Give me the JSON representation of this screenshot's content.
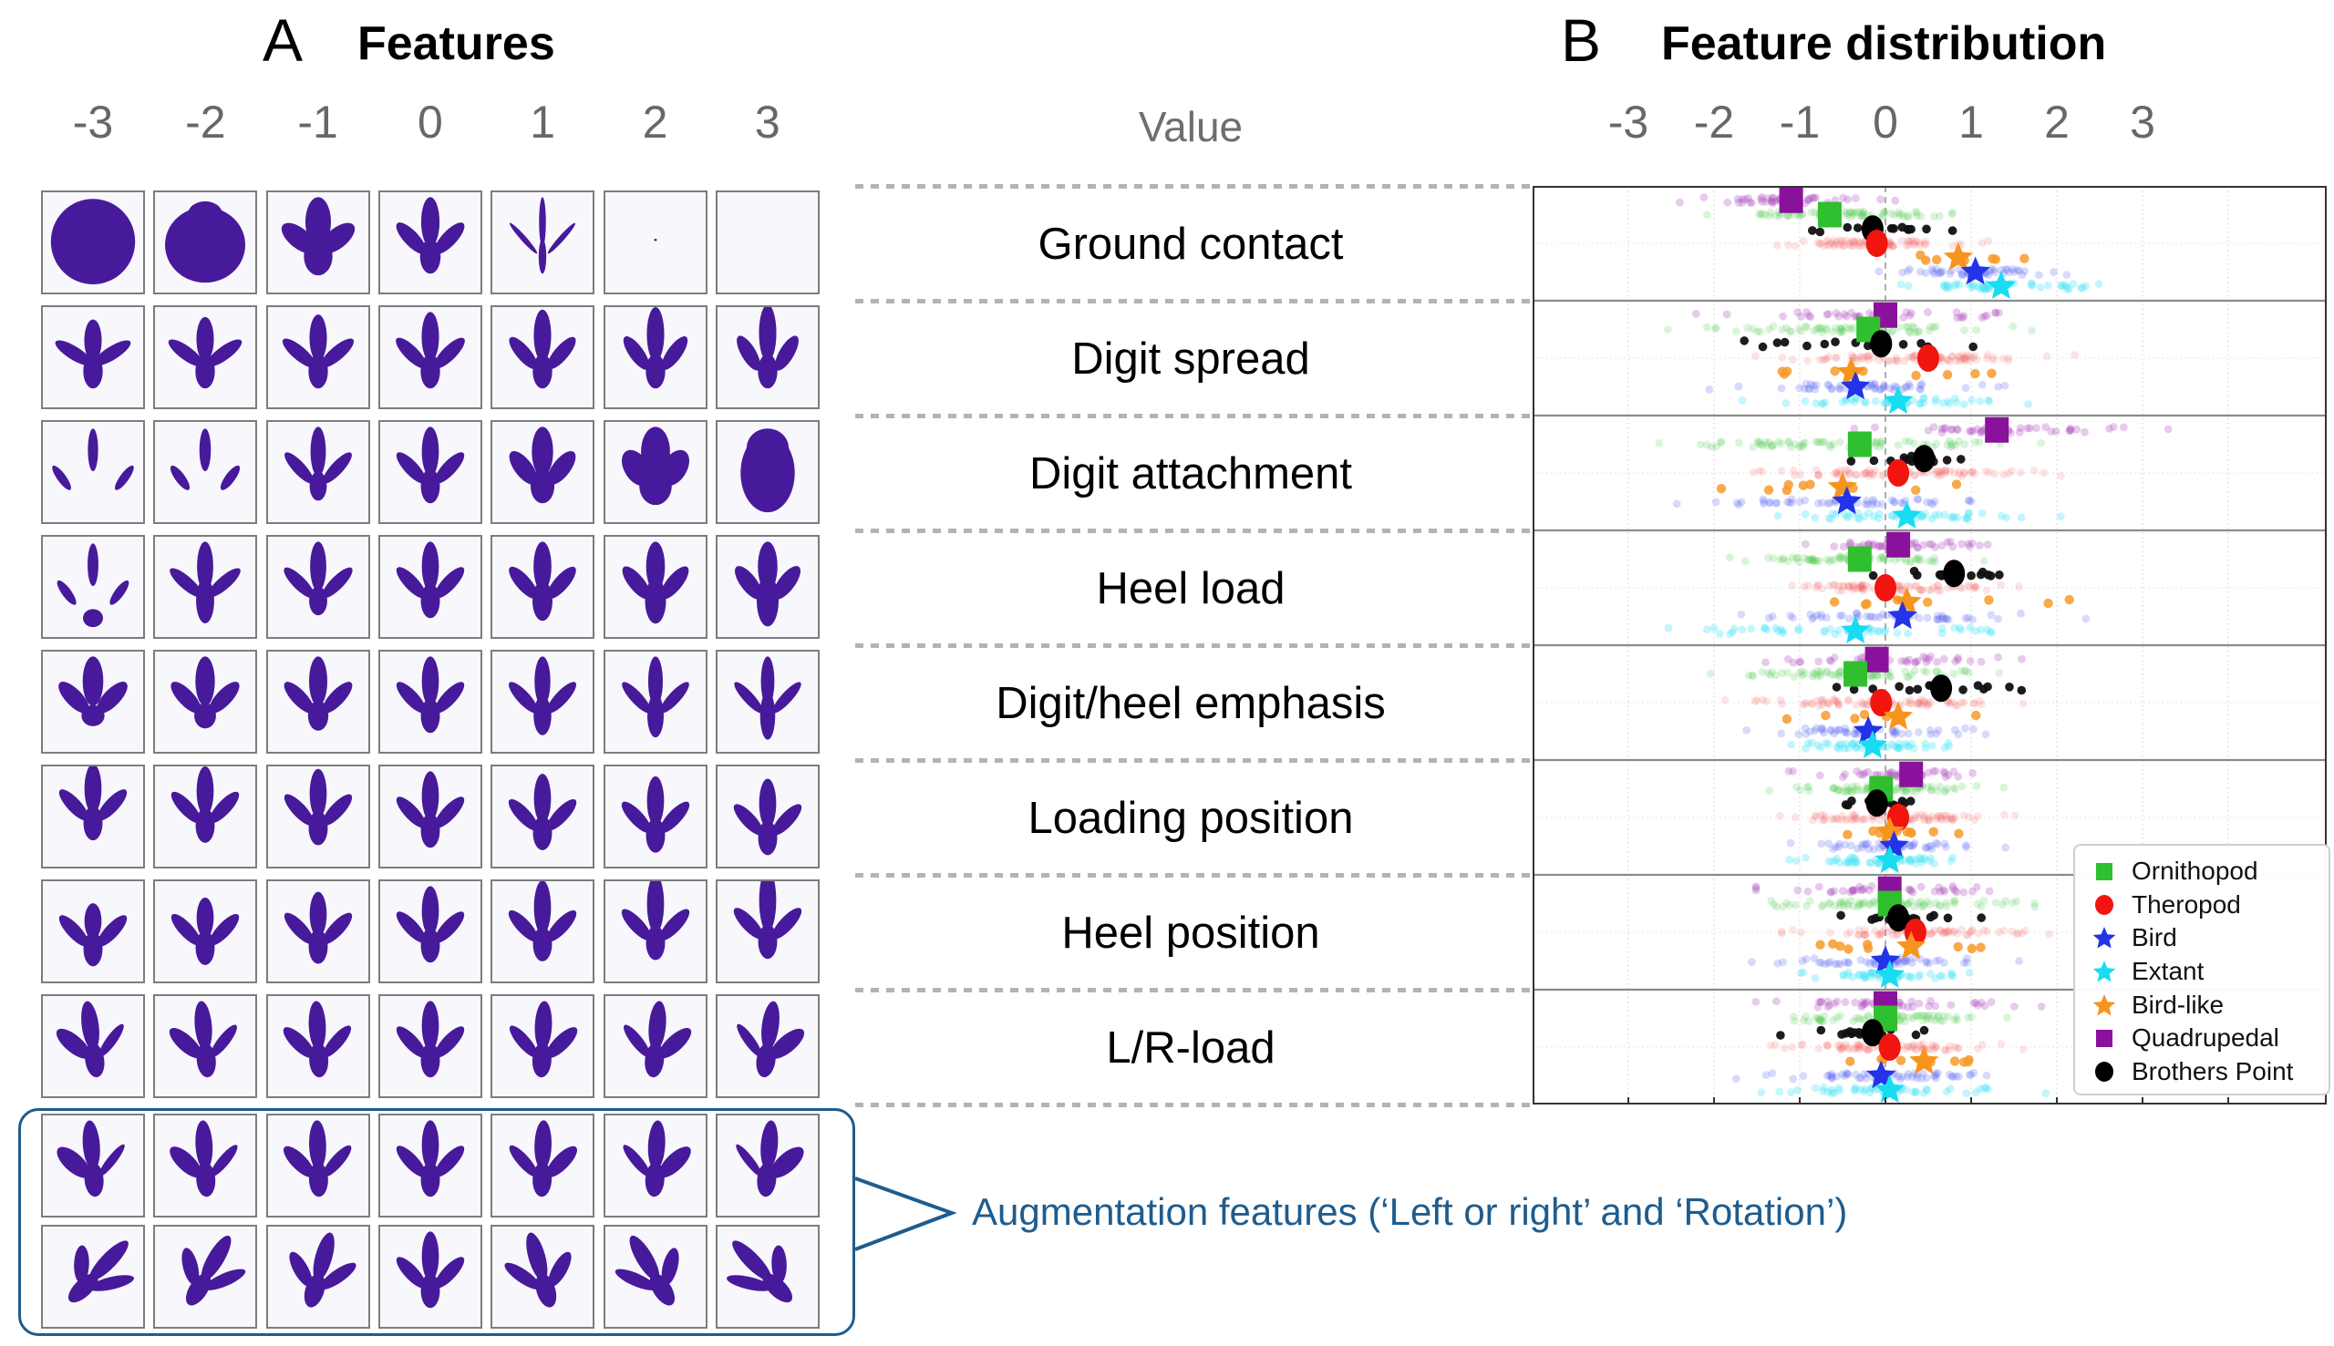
{
  "panel_a": {
    "label": "A",
    "title": "Features",
    "tick_labels": [
      "-3",
      "-2",
      "-1",
      "0",
      "1",
      "2",
      "3"
    ],
    "value_header": "Value",
    "features": [
      "Ground contact",
      "Digit spread",
      "Digit attachment",
      "Heel load",
      "Digit/heel emphasis",
      "Loading position",
      "Heel position",
      "L/R-load"
    ],
    "glyph_rows": [
      "ground-contact",
      "digit-spread",
      "digit-attachment",
      "heel-load",
      "digit-heel-emphasis",
      "loading-position",
      "heel-position",
      "lr-load",
      "left-right",
      "rotation"
    ],
    "augmentation_text": "Augmentation features (‘Left or right’ and ‘Rotation’)"
  },
  "panel_b": {
    "label": "B",
    "title": "Feature distribution",
    "tick_labels": [
      "-3",
      "-2",
      "-1",
      "0",
      "1",
      "2",
      "3"
    ]
  },
  "colors": {
    "footprint": "#471A9B",
    "cell_bg": "#f8f7fb",
    "annotation_blue": "#1E5C8E",
    "axis_gray": "#676767"
  },
  "legend": {
    "items": [
      {
        "label": "Ornithopod",
        "marker": "square",
        "color": "#2FBF2F"
      },
      {
        "label": "Theropod",
        "marker": "circle",
        "color": "#F2140F"
      },
      {
        "label": "Bird",
        "marker": "star",
        "color": "#2233E8"
      },
      {
        "label": "Extant",
        "marker": "star",
        "color": "#18DCF2"
      },
      {
        "label": "Bird-like",
        "marker": "star",
        "color": "#F7941E"
      },
      {
        "label": "Quadrupedal",
        "marker": "square",
        "color": "#8A119C"
      },
      {
        "label": "Brothers Point",
        "marker": "circle",
        "color": "#000000"
      }
    ]
  },
  "chart_data": {
    "type": "strip",
    "title": "Feature distribution",
    "x_ticks": [
      -3,
      -2,
      -1,
      0,
      1,
      2,
      3
    ],
    "xlim": [
      -4.1,
      5.15
    ],
    "zero_line": 0,
    "grid_integers": [
      -3,
      -2,
      -1,
      1,
      2,
      3,
      4
    ],
    "categories": [
      "Ground contact",
      "Digit spread",
      "Digit attachment",
      "Heel load",
      "Digit/heel emphasis",
      "Loading position",
      "Heel position",
      "L/R-load"
    ],
    "group_order_top_to_bottom": [
      "Quadrupedal",
      "Ornithopod",
      "Brothers Point",
      "Theropod",
      "Bird-like",
      "Bird",
      "Extant"
    ],
    "groups": [
      {
        "name": "Quadrupedal",
        "marker": "square",
        "color": "#8A119C",
        "dot_color": "#AE4FBF",
        "dot_opacity": 0.3,
        "dot_r": 4.4,
        "n": 45
      },
      {
        "name": "Ornithopod",
        "marker": "square",
        "color": "#2FBF2F",
        "dot_color": "#58CB58",
        "dot_opacity": 0.22,
        "dot_r": 4.4,
        "n": 75
      },
      {
        "name": "Brothers Point",
        "marker": "circle",
        "color": "#000000",
        "dot_color": "#111111",
        "dot_opacity": 0.95,
        "dot_r": 4.8,
        "n": 14
      },
      {
        "name": "Theropod",
        "marker": "circle",
        "color": "#F2140F",
        "dot_color": "#F5605E",
        "dot_opacity": 0.17,
        "dot_r": 4.4,
        "n": 85
      },
      {
        "name": "Bird-like",
        "marker": "star",
        "color": "#F7941E",
        "dot_color": "#F79A2A",
        "dot_opacity": 0.85,
        "dot_r": 5.2,
        "n": 9
      },
      {
        "name": "Bird",
        "marker": "star",
        "color": "#2233E8",
        "dot_color": "#5E6CF2",
        "dot_opacity": 0.25,
        "dot_r": 4.4,
        "n": 55
      },
      {
        "name": "Extant",
        "marker": "star",
        "color": "#18DCF2",
        "dot_color": "#49E4F5",
        "dot_opacity": 0.33,
        "dot_r": 4.4,
        "n": 50
      }
    ],
    "rows": [
      {
        "feature": "Ground contact",
        "means": [
          -1.1,
          -0.65,
          -0.15,
          -0.1,
          0.85,
          1.05,
          1.35
        ],
        "stds": [
          0.5,
          0.55,
          0.45,
          0.5,
          0.45,
          0.5,
          0.55
        ]
      },
      {
        "feature": "Digit spread",
        "means": [
          0.0,
          -0.2,
          -0.05,
          0.5,
          -0.4,
          -0.35,
          0.15
        ],
        "stds": [
          0.85,
          0.9,
          0.75,
          0.85,
          0.8,
          0.85,
          0.7
        ]
      },
      {
        "feature": "Digit attachment",
        "means": [
          1.3,
          -0.3,
          0.45,
          0.15,
          -0.5,
          -0.45,
          0.25
        ],
        "stds": [
          0.8,
          0.9,
          0.55,
          0.8,
          0.85,
          0.95,
          0.8
        ]
      },
      {
        "feature": "Heel load",
        "means": [
          0.15,
          -0.3,
          0.8,
          0.0,
          0.25,
          0.2,
          -0.35
        ],
        "stds": [
          0.5,
          0.6,
          0.5,
          0.6,
          0.85,
          0.9,
          1.15
        ]
      },
      {
        "feature": "Digit/heel emphasis",
        "means": [
          -0.1,
          -0.35,
          0.65,
          -0.05,
          0.15,
          -0.2,
          -0.15
        ],
        "stds": [
          0.65,
          0.65,
          0.55,
          0.7,
          0.5,
          0.55,
          0.5
        ]
      },
      {
        "feature": "Loading position",
        "means": [
          0.3,
          -0.05,
          -0.1,
          0.15,
          0.05,
          0.1,
          0.05
        ],
        "stds": [
          0.55,
          0.55,
          0.5,
          0.55,
          0.4,
          0.5,
          0.45
        ]
      },
      {
        "feature": "Heel position",
        "means": [
          0.05,
          0.05,
          0.15,
          0.35,
          0.3,
          0.0,
          0.05
        ],
        "stds": [
          0.6,
          0.65,
          0.5,
          0.6,
          0.6,
          0.6,
          0.5
        ]
      },
      {
        "feature": "L/R-load",
        "means": [
          0.0,
          0.0,
          -0.15,
          0.05,
          0.45,
          -0.05,
          0.05
        ],
        "stds": [
          0.7,
          0.6,
          0.5,
          0.6,
          0.5,
          0.65,
          0.7
        ]
      }
    ]
  }
}
